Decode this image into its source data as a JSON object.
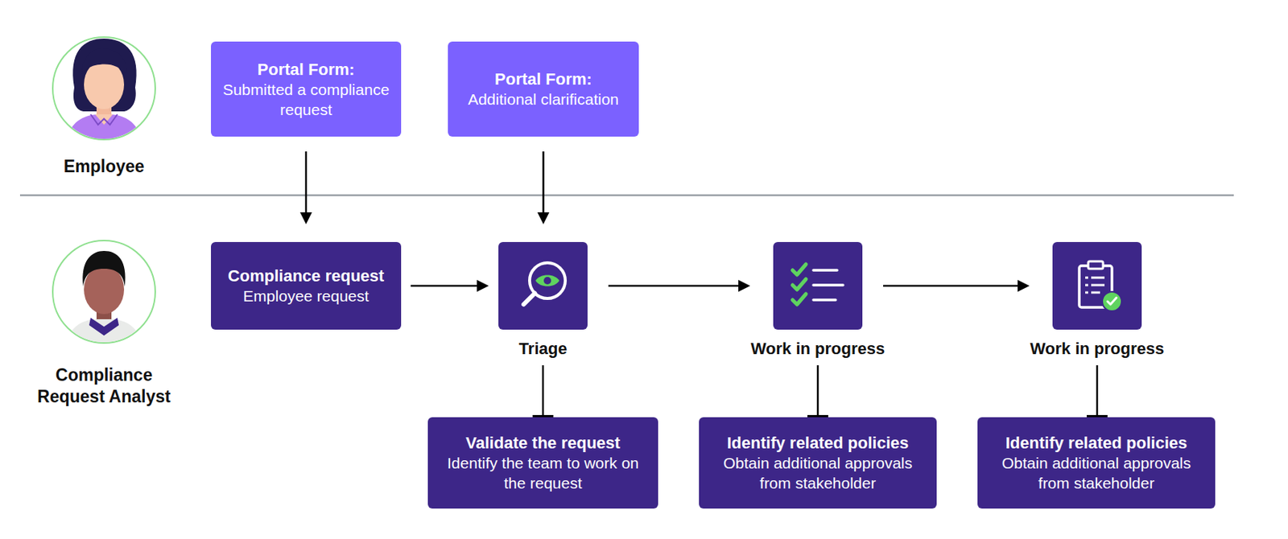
{
  "diagram": {
    "nodes": [
      {
        "text": [
          "Portal Form:",
          "Submitted a compliance request"
        ]
      },
      {
        "text": [
          "Portal Form:",
          "Additional clarification"
        ]
      },
      {
        "text": [
          "Compliance request",
          "Employee request"
        ]
      },
      {
        "text": [
          "Triage"
        ]
      },
      {
        "text": [
          "Work in progress"
        ]
      },
      {
        "text": [
          "Work in progress"
        ]
      },
      {
        "text": [
          "Validate the request",
          "Identify the team to work on the request"
        ]
      },
      {
        "text": [
          "Identify related policies",
          "Obtain additional approvals from stakeholder"
        ]
      },
      {
        "text": [
          "Identify related policies",
          "Obtain additional approvals from stakeholder"
        ]
      }
    ],
    "edges": [
      {
        "from": 0,
        "to": 2,
        "arrow": "to"
      },
      {
        "from": 1,
        "to": 3,
        "arrow": "to"
      },
      {
        "from": 2,
        "to": 3,
        "arrow": "to"
      },
      {
        "from": 3,
        "to": 4,
        "arrow": "to"
      },
      {
        "from": 4,
        "to": 5,
        "arrow": "to"
      },
      {
        "from": 3,
        "to": 6,
        "arrow": "none"
      },
      {
        "from": 4,
        "to": 7,
        "arrow": "none"
      },
      {
        "from": 5,
        "to": 8,
        "arrow": "none"
      }
    ],
    "labels": [
      "Employee",
      "Compliance Request Analyst"
    ]
  }
}
